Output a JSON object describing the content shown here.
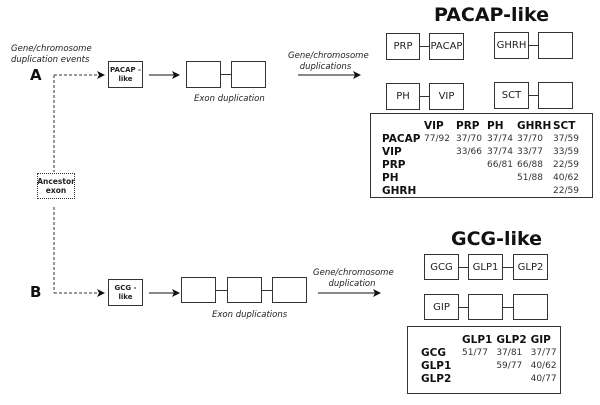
{
  "panel_a": {
    "label": "A",
    "events_caption": "Gene/chromosome duplication events",
    "start_box": "PACAP -like",
    "exon_dup_caption": "Exon duplication",
    "dup_caption": "Gene/chromosome duplications",
    "title": "PACAP-like",
    "genes": {
      "prp": "PRP",
      "pacap": "PACAP",
      "ghrh": "GHRH",
      "ph": "PH",
      "vip": "VIP",
      "sct": "SCT"
    },
    "table": {
      "columns": [
        "",
        "VIP",
        "PRP",
        "PH",
        "GHRH",
        "SCT"
      ],
      "rows": [
        {
          "name": "PACAP",
          "values": [
            "77/92",
            "37/70",
            "37/74",
            "37/70",
            "37/59"
          ]
        },
        {
          "name": "VIP",
          "values": [
            "",
            "33/66",
            "37/74",
            "33/77",
            "33/59"
          ]
        },
        {
          "name": "PRP",
          "values": [
            "",
            "",
            "66/81",
            "66/88",
            "22/59"
          ]
        },
        {
          "name": "PH",
          "values": [
            "",
            "",
            "",
            "51/88",
            "40/62"
          ]
        },
        {
          "name": "GHRH",
          "values": [
            "",
            "",
            "",
            "",
            "22/59"
          ]
        }
      ]
    }
  },
  "ancestor": "Ancestor exon",
  "panel_b": {
    "label": "B",
    "start_box": "GCG -like",
    "exon_dup_caption": "Exon duplications",
    "dup_caption": "Gene/chromosome duplication",
    "title": "GCG-like",
    "genes": {
      "gcg": "GCG",
      "glp1": "GLP1",
      "glp2": "GLP2",
      "gip": "GIP"
    },
    "table": {
      "columns": [
        "",
        "GLP1",
        "GLP2",
        "GIP"
      ],
      "rows": [
        {
          "name": "GCG",
          "values": [
            "51/77",
            "37/81",
            "37/77"
          ]
        },
        {
          "name": "GLP1",
          "values": [
            "",
            "59/77",
            "40/62"
          ]
        },
        {
          "name": "GLP2",
          "values": [
            "",
            "",
            "40/77"
          ]
        }
      ]
    }
  }
}
